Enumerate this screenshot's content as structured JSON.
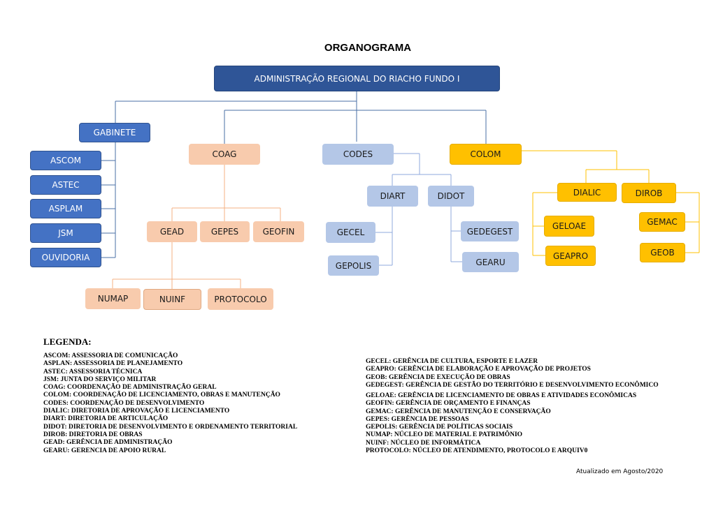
{
  "title": "ORGANOGRAMA",
  "root": "ADMINISTRAÇÃO REGIONAL DO RIACHO FUNDO I",
  "gabinete": {
    "label": "GABINETE",
    "children": [
      "ASCOM",
      "ASTEC",
      "ASPLAM",
      "JSM",
      "OUVIDORIA"
    ]
  },
  "coag": {
    "label": "COAG",
    "children": [
      "GEAD",
      "GEPES",
      "GEOFIN"
    ],
    "gead_children": [
      "NUMAP",
      "NUINF",
      "PROTOCOLO"
    ]
  },
  "codes": {
    "label": "CODES",
    "diart": "DIART",
    "didot": "DIDOT",
    "diart_children": [
      "GECEL",
      "GEPOLIS"
    ],
    "didot_children": [
      "GEDEGEST",
      "GEARU"
    ]
  },
  "colom": {
    "label": "COLOM",
    "dialic": "DIALIC",
    "dirob": "DIROB",
    "dialic_children": [
      "GELOAE",
      "GEAPRO"
    ],
    "dirob_children": [
      "GEMAC",
      "GEOB"
    ]
  },
  "colors": {
    "root": "#2f5597",
    "gabinete": "#4472c4",
    "coag": "#f8cbad",
    "codes": "#b4c7e7",
    "colom": "#ffc000"
  },
  "legend_title": "LEGENDA:",
  "legend_left": [
    "ASCOM: ASSESSORIA DE COMUNICAÇÃO",
    "ASPLAN: ASSESSORIA DE PLANEJAMENTO",
    "ASTEC:  ASSESSORIA TÉCNICA",
    "JSM: JUNTA DO SERVIÇO MILITAR",
    "COAG: COORDENAÇÃO DE ADMINISTRAÇÃO GERAL",
    "COLOM: COORDENAÇÃO DE LICENCIAMENTO, OBRAS E MANUTENÇÃO",
    "CODES: COORDENAÇÃO DE DESENVOLVIMENTO",
    "DIALIC: DIRETORIA DE APROVAÇÃO E LICENCIAMENTO",
    "DIART: DIRETORIA DE ARTICULAÇÃO",
    "DIDOT: DIRETORIA DE DESENVOLVIMENTO E ORDENAMENTO TERRITORIAL",
    "DIROB: DIRETORIA DE OBRAS",
    "GEAD: GERÊNCIA DE ADMINISTRAÇÃO",
    "GEARU: GERENCIA DE APOIO RURAL"
  ],
  "legend_right_a": [
    "GECEL: GERÊNCIA DE CULTURA, ESPORTE E LAZER",
    "GEAPRO: GERÊNCIA DE ELABORAÇÃO E APROVAÇÃO DE PROJETOS",
    "GEOB:  GERÊNCIA DE EXECUÇÃO DE OBRAS",
    "GEDEGEST: GERÊNCIA DE GESTÃO DO TERRITÓRIO E DESENVOLVIMENTO ECONÔMICO"
  ],
  "legend_right_b": [
    "GELOAE: GERÊNCIA DE LICENCIAMENTO DE OBRAS E ATIVIDADES ECONÔMICAS",
    "GEOFIN: GERÊNCIA DE ORÇAMENTO E FINANÇAS",
    "GEMAC: GERÊNCIA DE MANUTENÇÃO E CONSERVAÇÃO",
    "GEPES: GERÊNCIA DE PESSOAS",
    "GEPOLIS: GERÊNCIA DE POLÍTICAS SOCIAIS",
    "NUMAP: NÚCLEO DE MATERIAL E PATRIMÔNIO",
    "NUINF: NÚCLEO DE INFORMÁTICA",
    "PROTOCOLO:  NÚCLEO DE ATENDIMENTO, PROTOCOLO E ARQUIV0"
  ],
  "footer": "Atualizado em Agosto/2020"
}
